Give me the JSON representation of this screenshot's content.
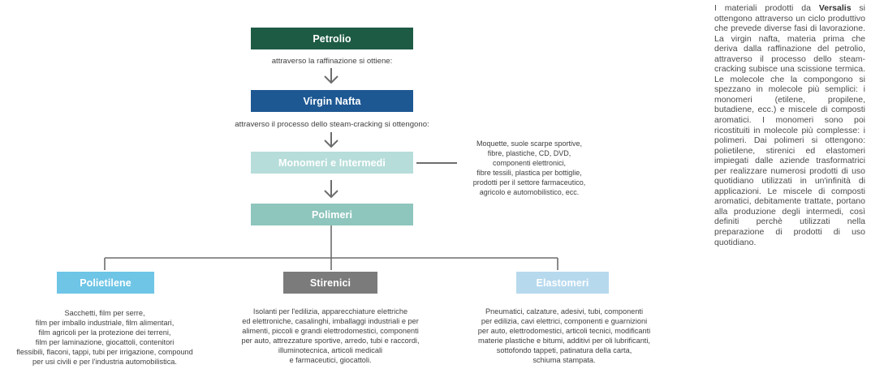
{
  "colors": {
    "petrolio": "#1e5b45",
    "virgin_nafta": "#1d5893",
    "monomeri": "#b6ddd9",
    "polimeri": "#8ec5bd",
    "polietilene": "#6ec5e6",
    "stirenici": "#7b7b7b",
    "elastomeri": "#b7d9ee",
    "arrow": "#6d6d6d"
  },
  "nodes": {
    "petrolio": "Petrolio",
    "virgin_nafta": "Virgin Nafta",
    "monomeri": "Monomeri e Intermedi",
    "polimeri": "Polimeri",
    "polietilene": "Polietilene",
    "stirenici": "Stirenici",
    "elastomeri": "Elastomeri"
  },
  "captions": {
    "raffinazione": "attraverso la raffinazione si ottiene:",
    "steam_cracking": "attraverso il processo dello steam-cracking si ottengono:"
  },
  "descriptions": {
    "monomeri": [
      "Moquette, suole scarpe sportive,",
      "fibre, plastiche, CD, DVD,",
      "componenti elettronici,",
      "fibre tessili, plastica per bottiglie,",
      "prodotti per il settore farmaceutico,",
      "agricolo e automobilistico, ecc."
    ],
    "polietilene": [
      "Sacchetti, film per serre,",
      "film per imballo industriale, film alimentari,",
      "film agricoli per la protezione dei terreni,",
      "film per laminazione, giocattoli, contenitori",
      "flessibili, flaconi, tappi, tubi per irrigazione, compound",
      "per usi civili e per l'industria automobilistica."
    ],
    "stirenici": [
      "Isolanti per l'edilizia, apparecchiature elettriche",
      "ed elettroniche, casalinghi, imballaggi industriali e per",
      "alimenti, piccoli e grandi elettrodomestici, componenti",
      "per auto, attrezzature sportive, arredo, tubi e raccordi,",
      "illuminotecnica, articoli medicali",
      "e farmaceutici, giocattoli."
    ],
    "elastomeri": [
      "Pneumatici, calzature, adesivi, tubi, componenti",
      "per edilizia, cavi elettrici, componenti e guarnizioni",
      "per auto, elettrodomestici, articoli tecnici, modificanti",
      "materie plastiche e bitumi, additivi per oli lubrificanti,",
      "sottofondo tappeti, patinatura della carta,",
      "schiuma stampata."
    ]
  },
  "side_text": {
    "intro": "I materiali prodotti da",
    "brand": "Versalis",
    "body": "si ottengono attraverso un ciclo produttivo che prevede diverse fasi di lavorazione. La virgin nafta, materia prima che deriva dalla raffinazione del petrolio, attraverso il processo dello steam-cracking subisce una scissione termica. Le molecole che la compongono si spezzano in molecole più semplici: i monomeri (etilene, propilene, butadiene, ecc.) e miscele di composti aromatici. I monomeri sono poi ricostituiti in molecole più complesse: i polimeri. Dai polimeri si ottengono: polietilene, stirenici ed elastomeri impiegati dalle aziende trasformatrici per realizzare numerosi prodotti di uso quotidiano utilizzati in un'infinità di applicazioni. Le miscele di composti aromatici, debitamente trattate, portano alla produzione degli intermedi, così definiti perchè utilizzati nella preparazione di prodotti di uso quotidiano."
  }
}
